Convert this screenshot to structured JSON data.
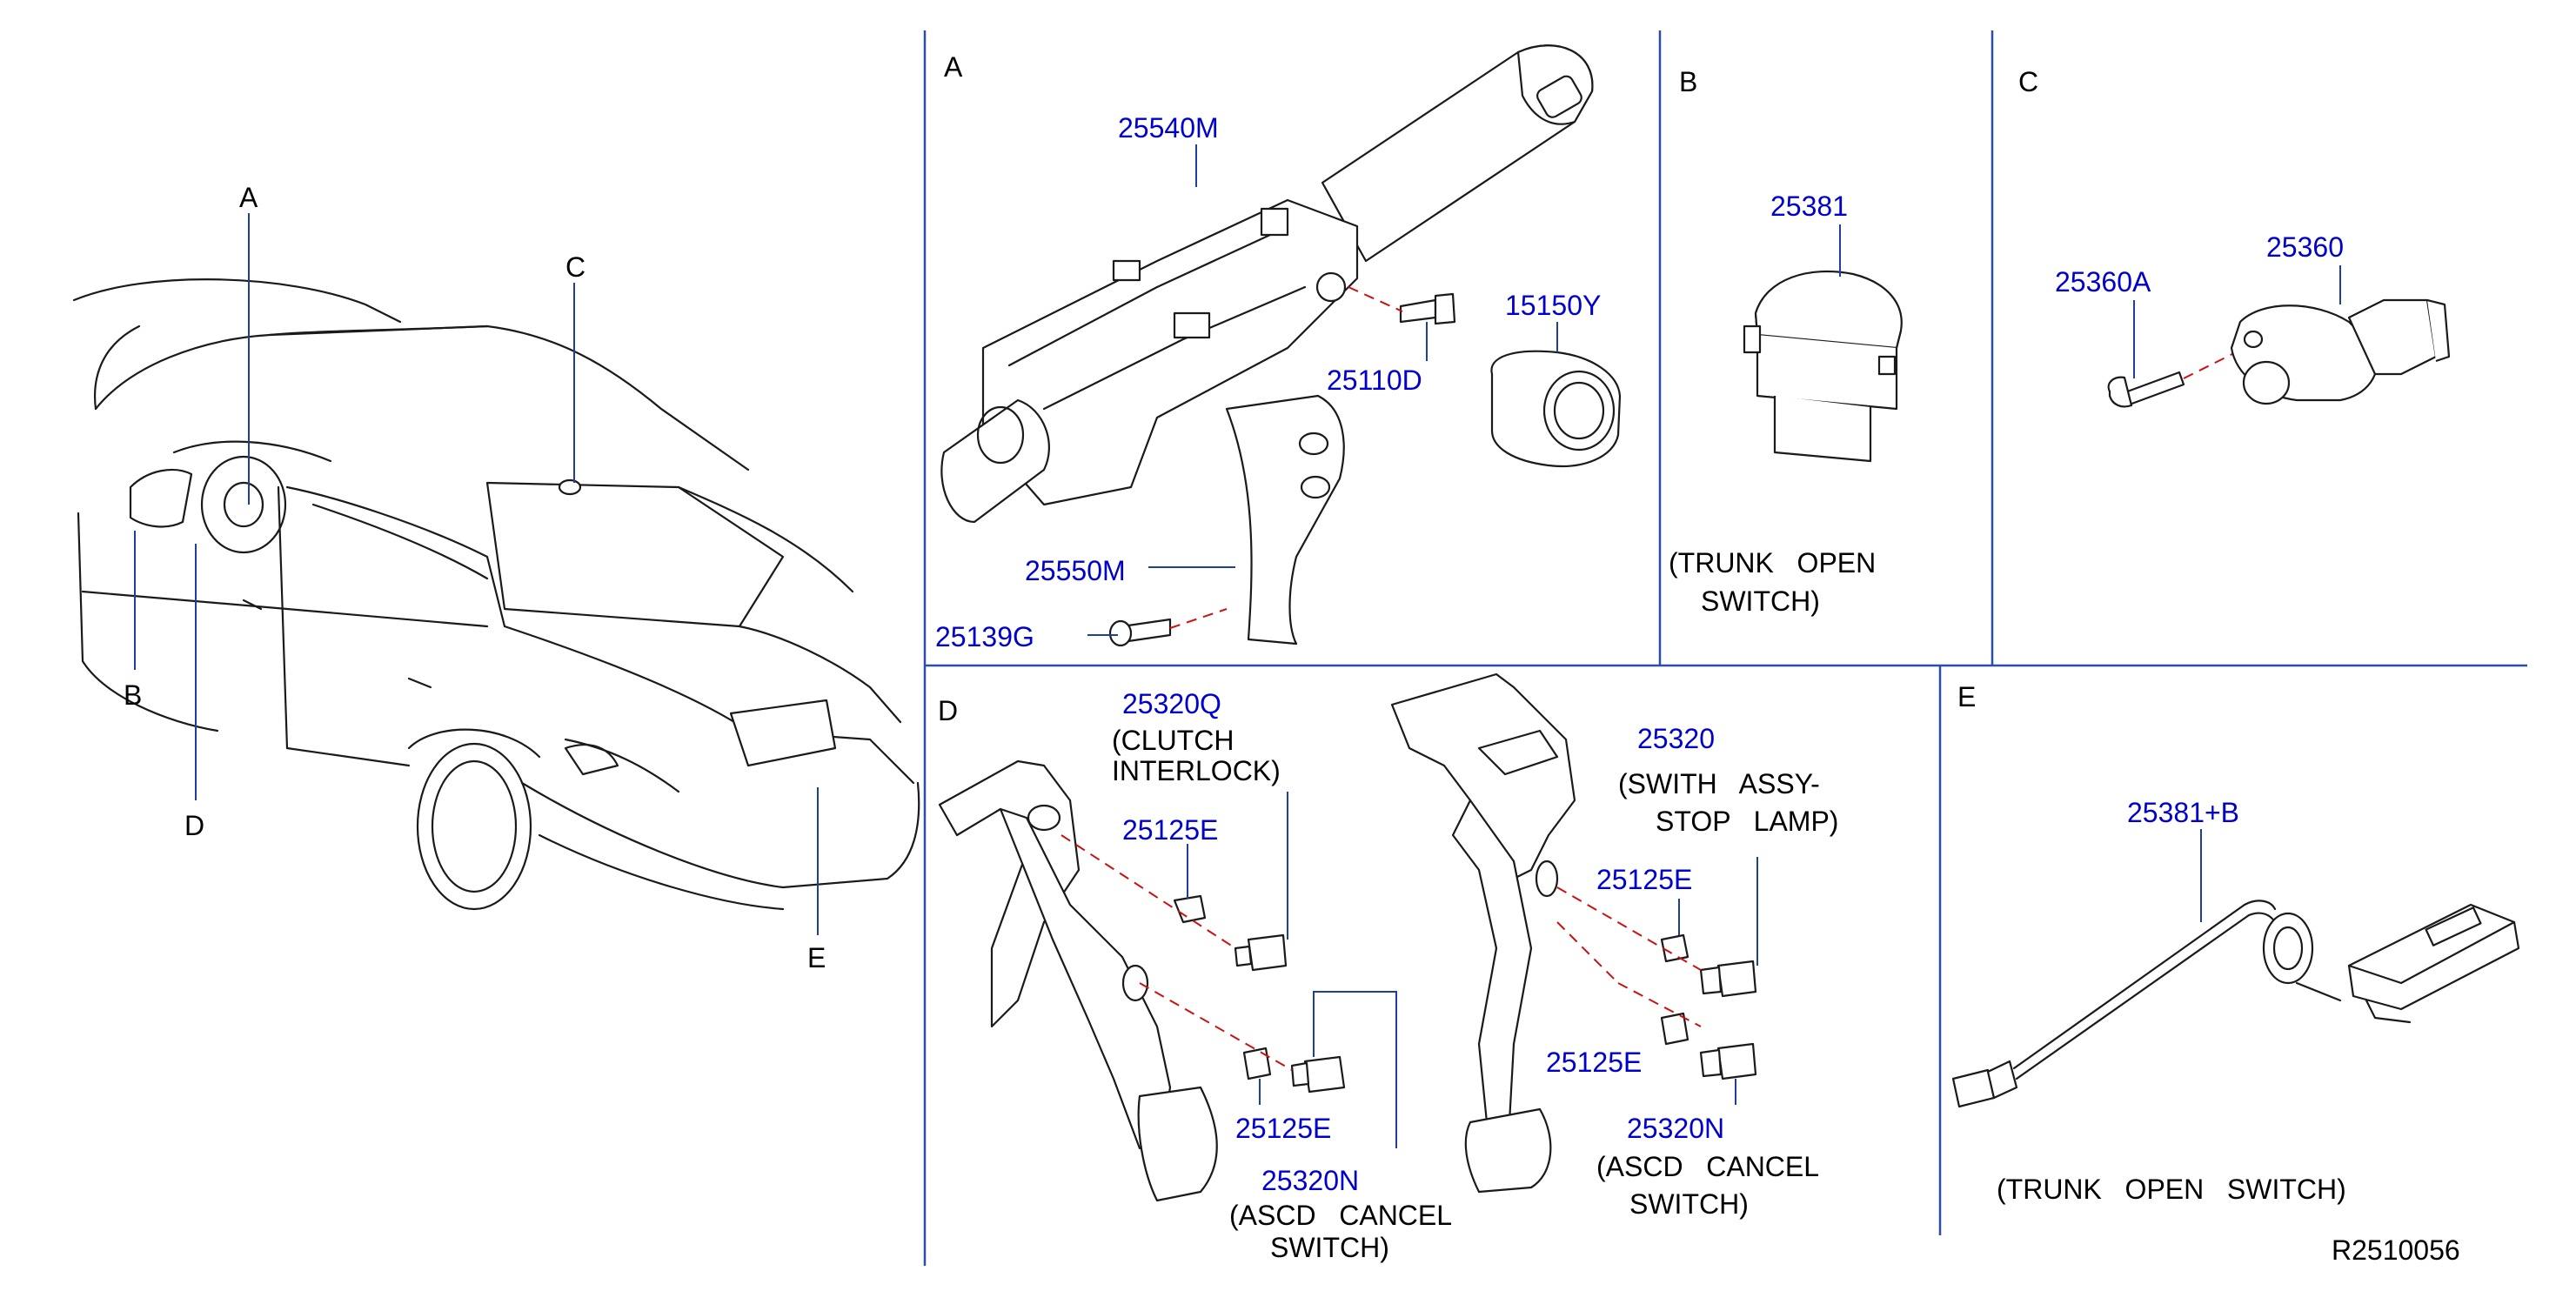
{
  "sections": {
    "A": "A",
    "B": "B",
    "C": "C",
    "D": "D",
    "E": "E"
  },
  "overview_labels": {
    "A": "A",
    "B": "B",
    "C": "C",
    "D": "D",
    "E": "E"
  },
  "parts": {
    "p25540M": "25540M",
    "p25110D": "25110D",
    "p15150Y": "15150Y",
    "p25550M": "25550M",
    "p25139G": "25139G",
    "p25381": "25381",
    "p25360A": "25360A",
    "p25360": "25360",
    "p25320Q": "25320Q",
    "p25125E_1": "25125E",
    "p25125E_2": "25125E",
    "p25125E_3": "25125E",
    "p25125E_4": "25125E",
    "p25320N_1": "25320N",
    "p25320N_2": "25320N",
    "p25320": "25320",
    "p25381B": "25381+B"
  },
  "descriptions": {
    "b_line1": "(TRUNK   OPEN",
    "b_line2": "SWITCH)",
    "clutch_line1": "(CLUTCH",
    "clutch_line2": "INTERLOCK)",
    "stop_line1": "(SWITH   ASSY-",
    "stop_line2": "STOP   LAMP)",
    "ascd1_line1": "(ASCD   CANCEL",
    "ascd1_line2": "SWITCH)",
    "ascd2_line1": "(ASCD   CANCEL",
    "ascd2_line2": "SWITCH)",
    "e_line": "(TRUNK   OPEN   SWITCH)"
  },
  "drawing_number": "R2510056",
  "colors": {
    "part_number": "#0000cc",
    "separator": "#2b4fa8",
    "dashed_line": "#cc1111",
    "line_art": "#1a1a1a"
  }
}
